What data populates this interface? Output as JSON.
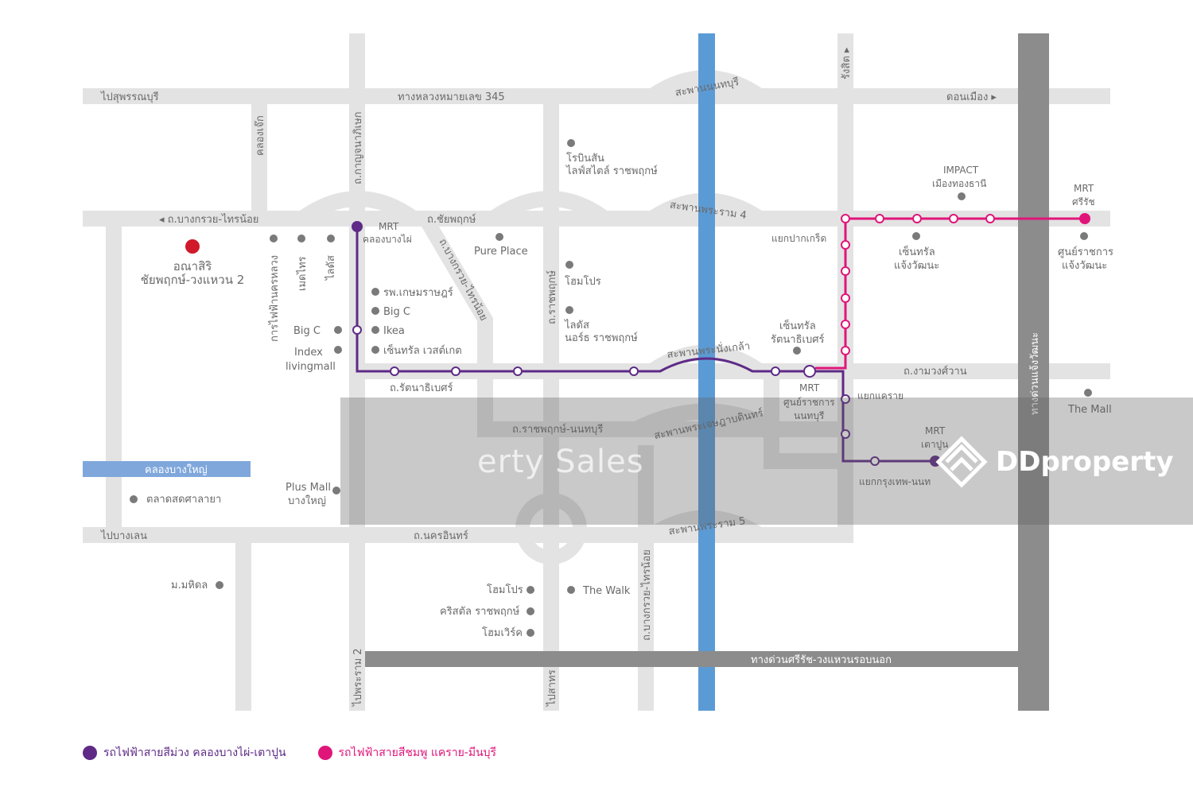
{
  "colors": {
    "road": "#e3e3e3",
    "expressway": "#8c8c8c",
    "river": "#5b9bd5",
    "purple_line": "#5e2a86",
    "pink_line": "#e0157a",
    "poi_dot": "#7a7a7a",
    "project_dot": "#d0192b"
  },
  "roads": {
    "top_road": "ทางหลวงหมายเลข 345",
    "to_suphanburi": "ไปสุพรรณบุรี",
    "don_mueang": "ดอนเมือง ▸",
    "nonthaburi_bridge": "สะพานนนทบุรี",
    "rama4_bridge": "สะพานพระราม 4",
    "bangkruai_sainoi": "◂ ถ.บางกรวย-ไทรน้อย",
    "chaiyaphruek": "ถ.ชัยพฤกษ์",
    "kanchanaphisek": "ถ.กาญจนาภิเษก",
    "khlong_thanon": "คลองเจ๊ก",
    "bangkruai_sainoi_diag": "ถ.บางกรวย-ไทรน้อย",
    "ratchaphruek": "ถ.ราชพฤกษ์",
    "phra_nangklao_bridge": "สะพานพระนั่งเกล้า",
    "rattanathibet": "ถ.รัตนาธิเบศร์",
    "ratchaphruek_nonthaburi": "ถ.ราชพฤกษ์-นนทบุรี",
    "phra_chao_bridge": "สะพานพระเจษฎาบดินทร์",
    "ngam_wong_wan": "ถ.งามวงศ์วาน",
    "rangsit": "รังสิต ▸",
    "chaeng_watthana_expwy": "ทางด่วนแจ้งวัฒนะ",
    "khlong_bang_yai": "คลองบางใหญ่",
    "to_bang_len": "ไปบางเลน",
    "nakhon_in": "ถ.นครอินทร์",
    "rama5_bridge": "สะพานพระราม 5",
    "to_rama2": "ไปพระราม 2",
    "to_sathon": "ไปสาทร",
    "bangkruai_sainoi_south": "ถ.บางกรวย-ไทรน้อย",
    "outer_ring": "ทางด่วนศรีรัช-วงแหวนรอบนอก",
    "power_road": "การไฟฟ้านครหลวง",
    "bang_khrai": "เมดไทร",
    "laddaland_road": "ไลดัส"
  },
  "stations": {
    "mrt_khlong_bang_phai_1": "MRT",
    "mrt_khlong_bang_phai_2": "คลองบางไผ่",
    "mrt_nonthaburi_1": "MRT",
    "mrt_nonthaburi_2": "ศูนย์ราชการ",
    "mrt_nonthaburi_3": "นนทบุรี",
    "mrt_tao_poon_1": "MRT",
    "mrt_tao_poon_2": "เตาปูน",
    "mrt_srirat_1": "MRT",
    "mrt_srirat_2": "ศรีรัช",
    "pak_kret_junction": "แยกปากเกร็ด",
    "khae_rai_junction": "แยกแคราย",
    "bkk_nonthaburi_junction": "แยกกรุงเทพ-นนท"
  },
  "project": {
    "line1": "อณาสิริ",
    "line2": "ชัยพฤกษ์-วงแหวน 2"
  },
  "pois": {
    "robinson_1": "โรบินสัน",
    "robinson_2": "ไลฟ์สไตล์ ราชพฤกษ์",
    "impact_1": "IMPACT",
    "impact_2": "เมืองทองธานี",
    "pure_place": "Pure Place",
    "homepro_north": "โฮมโปร",
    "ladda_1": "ไลดัส",
    "ladda_2": "นอร์ธ ราชพฤกษ์",
    "kasemrad": "รพ.เกษมราษฎร์",
    "bigc_a": "Big C",
    "ikea": "Ikea",
    "central_westgate": "เซ็นทรัล เวสต์เกต",
    "central_chaeng_1": "เซ็นทรัล",
    "central_chaeng_2": "แจ้งวัฒนะ",
    "govt_chaeng_1": "ศูนย์ราชการ",
    "govt_chaeng_2": "แจ้งวัฒนะ",
    "central_ratt_1": "เซ็นทรัล",
    "central_ratt_2": "รัตนาธิเบศร์",
    "bigc_b": "Big C",
    "index_1": "Index",
    "index_2": "livingmall",
    "the_mall": "The Mall",
    "plus_mall_1": "Plus Mall",
    "plus_mall_2": "บางใหญ่",
    "sala_ya_market": "ตลาดสดศาลายา",
    "mahidol": "ม.มหิดล",
    "homepro_south": "โฮมโปร",
    "crystal": "คริสตัล ราชพฤกษ์",
    "homework": "โฮมเวิร์ค",
    "the_walk": "The Walk"
  },
  "watermark": {
    "text": "erty Sales",
    "brand": "DDproperty"
  },
  "legend": {
    "purple_label": "รถไฟฟ้าสายสีม่วง คลองบางไผ่-เตาปูน",
    "pink_label": "รถไฟฟ้าสายสีชมพู แคราย-มีนบุรี"
  }
}
